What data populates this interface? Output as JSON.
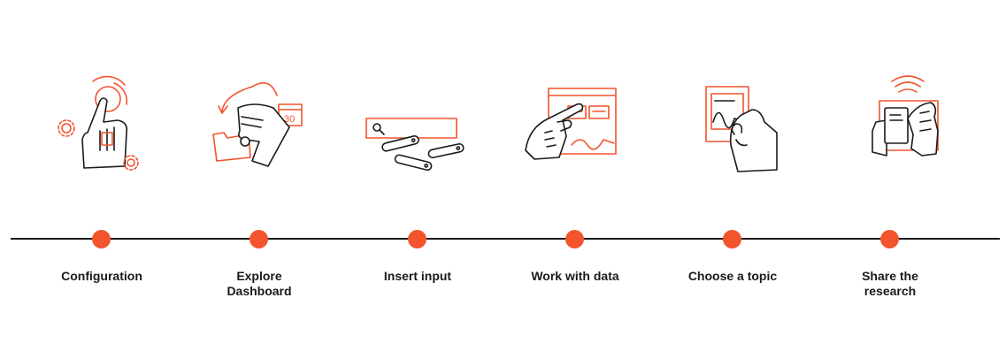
{
  "colors": {
    "accent": "#f2542d",
    "ink": "#1a1a1a",
    "background": "#ffffff"
  },
  "steps": [
    {
      "label": "Configuration",
      "icon": "hand-tap-gears-icon"
    },
    {
      "label": "Explore\nDashboard",
      "icon": "hand-folder-calendar-icon",
      "calendar_number": "30"
    },
    {
      "label": "Insert input",
      "icon": "search-bar-inputs-icon"
    },
    {
      "label": "Work with data",
      "icon": "hand-data-window-icon"
    },
    {
      "label": "Choose a topic",
      "icon": "hand-card-icon"
    },
    {
      "label": "Share the\nresearch",
      "icon": "hand-phone-share-icon"
    }
  ]
}
